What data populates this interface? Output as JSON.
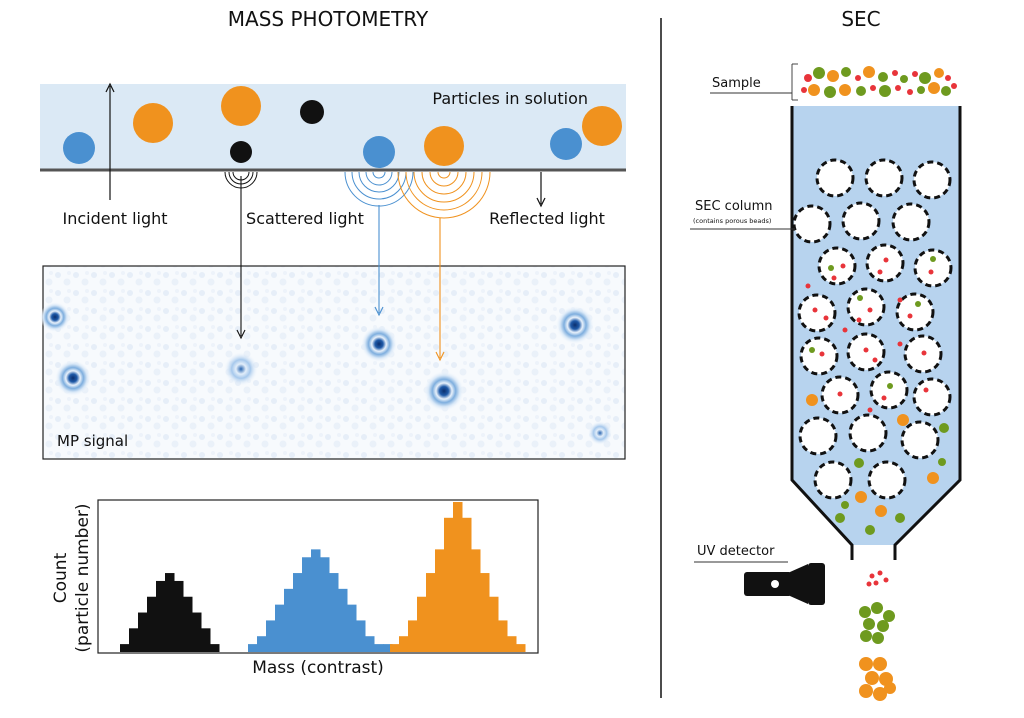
{
  "mass_photometry": {
    "title": "MASS PHOTOMETRY",
    "particles_label": "Particles in solution",
    "incident_label": "Incident light",
    "scattered_label": "Scattered light",
    "reflected_label": "Reflected light",
    "mp_signal_label": "MP signal",
    "histogram": {
      "ylabel_line1": "Count",
      "ylabel_line2": "(particle number)",
      "xlabel": "Mass (contrast)",
      "series": [
        {
          "color": "#111111",
          "values": [
            1,
            3,
            5,
            7,
            9,
            10,
            9,
            7,
            5,
            3,
            1
          ]
        },
        {
          "color": "#4a90d0",
          "values": [
            1,
            2,
            4,
            6,
            8,
            10,
            12,
            13,
            12,
            10,
            8,
            6,
            4,
            2,
            1,
            1
          ]
        },
        {
          "color": "#f0921e",
          "values": [
            1,
            2,
            4,
            7,
            10,
            13,
            17,
            19,
            17,
            13,
            10,
            7,
            4,
            2,
            1
          ]
        }
      ]
    }
  },
  "sec": {
    "title": "SEC",
    "sample_label": "Sample",
    "column_label": "SEC column",
    "column_sublabel": "(contains porous beads)",
    "detector_label": "UV detector"
  },
  "colors": {
    "blue": "#4a90d0",
    "orange": "#f0921e",
    "black": "#111111",
    "green": "#6e9a1f",
    "red": "#e8343a",
    "solution": "#dbe9f5",
    "column": "#b7d3ee"
  }
}
